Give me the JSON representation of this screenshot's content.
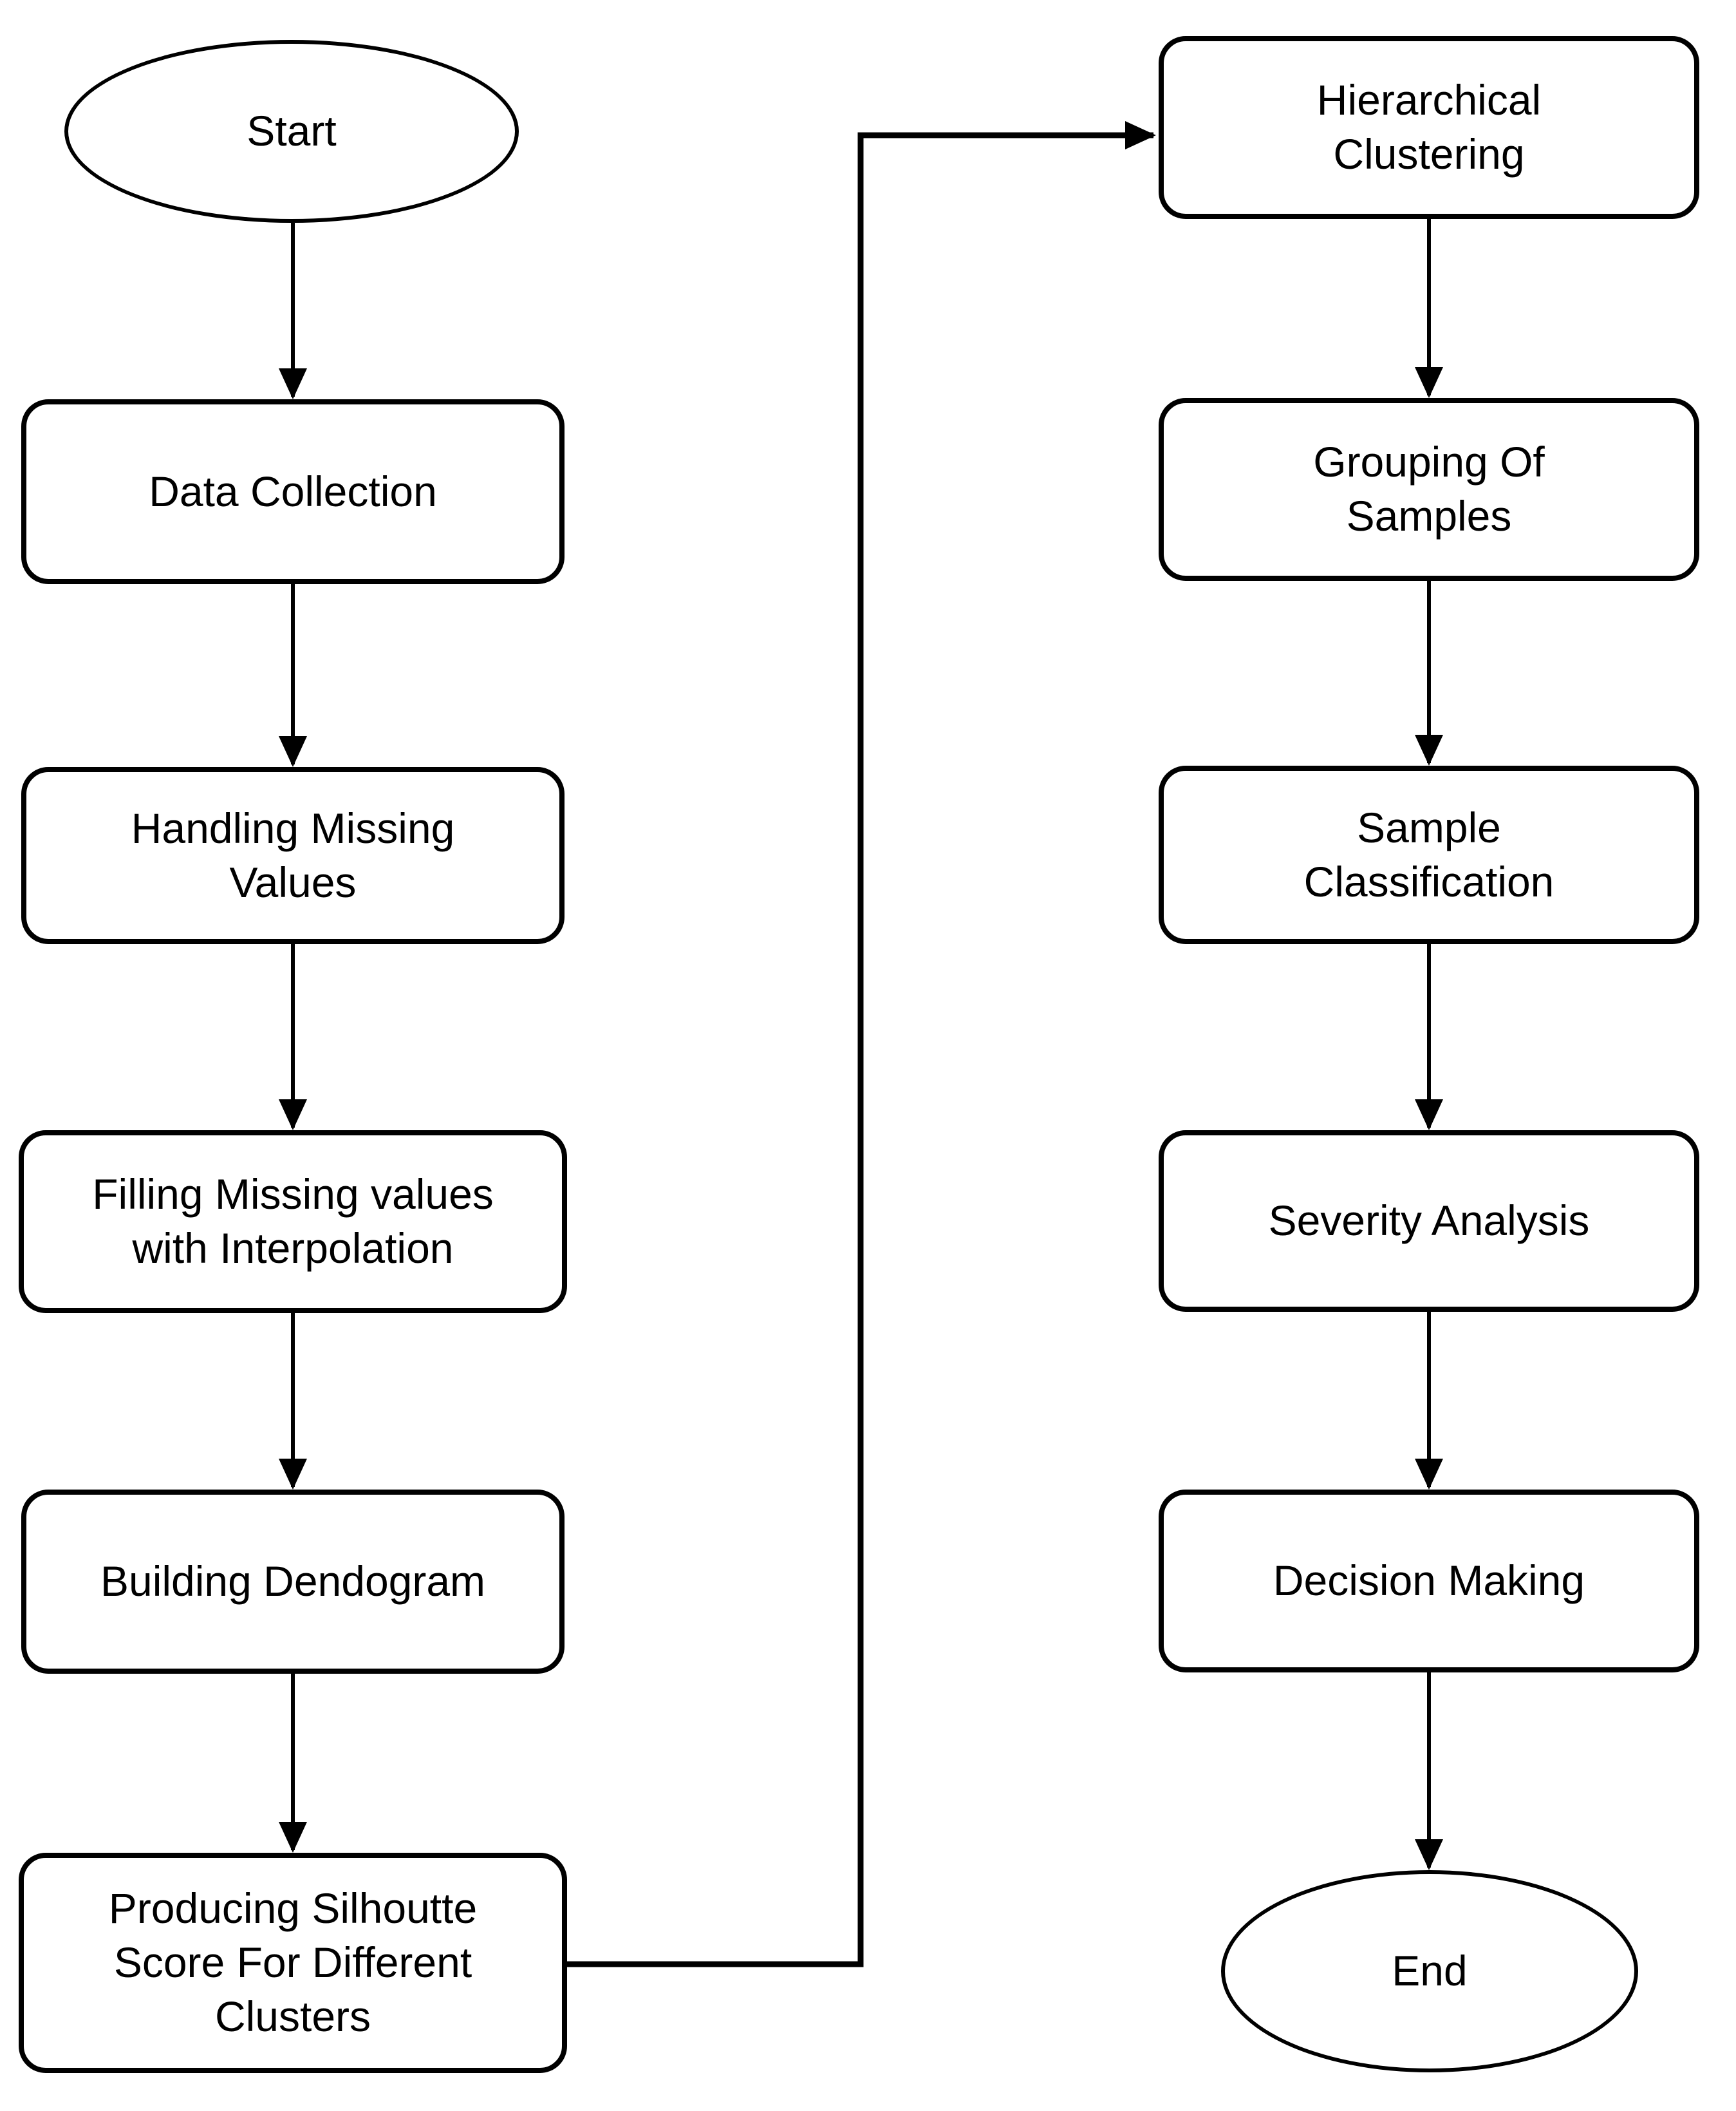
{
  "diagram": {
    "background": "#ffffff",
    "node_fill": "#ffffff",
    "node_stroke": "#000000",
    "nodes": {
      "start": {
        "label": "Start",
        "shape": "ellipse"
      },
      "data_collection": {
        "label": "Data Collection",
        "shape": "rounded-rect"
      },
      "handling_missing_values": {
        "label": "Handling Missing\nValues",
        "shape": "rounded-rect"
      },
      "filling_missing_values": {
        "label": "Filling Missing values\nwith Interpolation",
        "shape": "rounded-rect"
      },
      "building_dendogram": {
        "label": "Building Dendogram",
        "shape": "rounded-rect"
      },
      "producing_silhoutte": {
        "label": "Producing Silhoutte\nScore For Different\nClusters",
        "shape": "rounded-rect"
      },
      "hierarchical_clustering": {
        "label": "Hierarchical\nClustering",
        "shape": "rounded-rect"
      },
      "grouping_of_samples": {
        "label": "Grouping Of\nSamples",
        "shape": "rounded-rect"
      },
      "sample_classification": {
        "label": "Sample\nClassification",
        "shape": "rounded-rect"
      },
      "severity_analysis": {
        "label": "Severity Analysis",
        "shape": "rounded-rect"
      },
      "decision_making": {
        "label": "Decision Making",
        "shape": "rounded-rect"
      },
      "end": {
        "label": "End",
        "shape": "ellipse"
      }
    },
    "edges": [
      {
        "from": "Start",
        "to": "Data Collection"
      },
      {
        "from": "Data Collection",
        "to": "Handling Missing Values"
      },
      {
        "from": "Handling Missing Values",
        "to": "Filling Missing values with Interpolation"
      },
      {
        "from": "Filling Missing values with Interpolation",
        "to": "Building Dendogram"
      },
      {
        "from": "Building Dendogram",
        "to": "Producing Silhoutte Score For Different Clusters"
      },
      {
        "from": "Producing Silhoutte Score For Different Clusters",
        "to": "Hierarchical Clustering"
      },
      {
        "from": "Hierarchical Clustering",
        "to": "Grouping Of Samples"
      },
      {
        "from": "Grouping Of Samples",
        "to": "Sample Classification"
      },
      {
        "from": "Sample Classification",
        "to": "Severity Analysis"
      },
      {
        "from": "Severity Analysis",
        "to": "Decision Making"
      },
      {
        "from": "Decision Making",
        "to": "End"
      }
    ]
  }
}
